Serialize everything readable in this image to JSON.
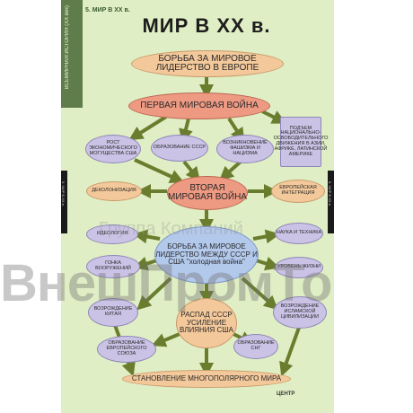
{
  "header_small": "5. МИР В XX в.",
  "title": "МИР В XX в.",
  "side_strip_text": "ВСЕМИРНАЯ ИСТОРИЯ (ХХ век)",
  "tab_left_text": "5. МИР В XX в.",
  "tab_right_text": "5. МИР В XX в.",
  "nodes": {
    "borba_europe": "БОРЬБА ЗА МИРОВОЕ ЛИДЕРСТВО В ЕВРОПЕ",
    "ww1": "ПЕРВАЯ МИРОВАЯ ВОЙНА",
    "rost_usa": "РОСТ ЭКОНОМИЧЕСКОГО МОГУЩЕСТВА США",
    "obraz_sssr": "ОБРАЗОВАНИЕ СССР",
    "fascism": "ВОЗНИКНОВЕНИЕ ФАШИЗМА И НАЦИЗМА",
    "national_movements": "ПОДЪЕМ НАЦИОНАЛЬНО-ОСВОБОДИТЕЛЬНОГО ДВИЖЕНИЯ В АЗИИ, АФРИКЕ, ЛАТИНСКОЙ АМЕРИКЕ",
    "decolonization": "ДЕКОЛОНИЗАЦИЯ",
    "ww2": "ВТОРАЯ МИРОВАЯ ВОЙНА",
    "eu_integration": "ЕВРОПЕЙСКАЯ ИНТЕГРАЦИЯ",
    "ideology": "ИДЕОЛОГИЯ",
    "science": "НАУКА И ТЕХНИКА",
    "cold_war": "БОРЬБА ЗА МИРОВОЕ ЛИДЕРСТВО МЕЖДУ СССР И США \"холодная война\"",
    "arms_race": "ГОНКА ВООРУЖЕНИЙ",
    "living_standard": "УРОВЕНЬ ЖИЗНИ",
    "china": "ВОЗРОЖДЕНИЕ КИТАЯ",
    "islam": "ВОЗРОЖДЕНИЕ ИСЛАМСКОЙ ЦИВИЛИЗАЦИИ",
    "collapse": "РАСПАД СССР УСИЛЕНИЕ ВЛИЯНИЯ США",
    "eu_union": "ОБРАЗОВАНИЕ ЕВРОПЕЙСКОГО СОЮЗА",
    "sng": "ОБРАЗОВАНИЕ СНГ",
    "multipolar": "СТАНОВЛЕНИЕ МНОГОПОЛЯРНОГО МИРА"
  },
  "watermark_big": "ВнешПромТо",
  "watermark_small": "Группа Компаний",
  "logo": "ЦЕНТР",
  "colors": {
    "background": "#dfeec4",
    "arrow": "#6a7d2e",
    "peach": "#f3c89a",
    "salmon": "#ee9a83",
    "lilac": "#cbc3e6",
    "blue": "#b3c9ec"
  }
}
